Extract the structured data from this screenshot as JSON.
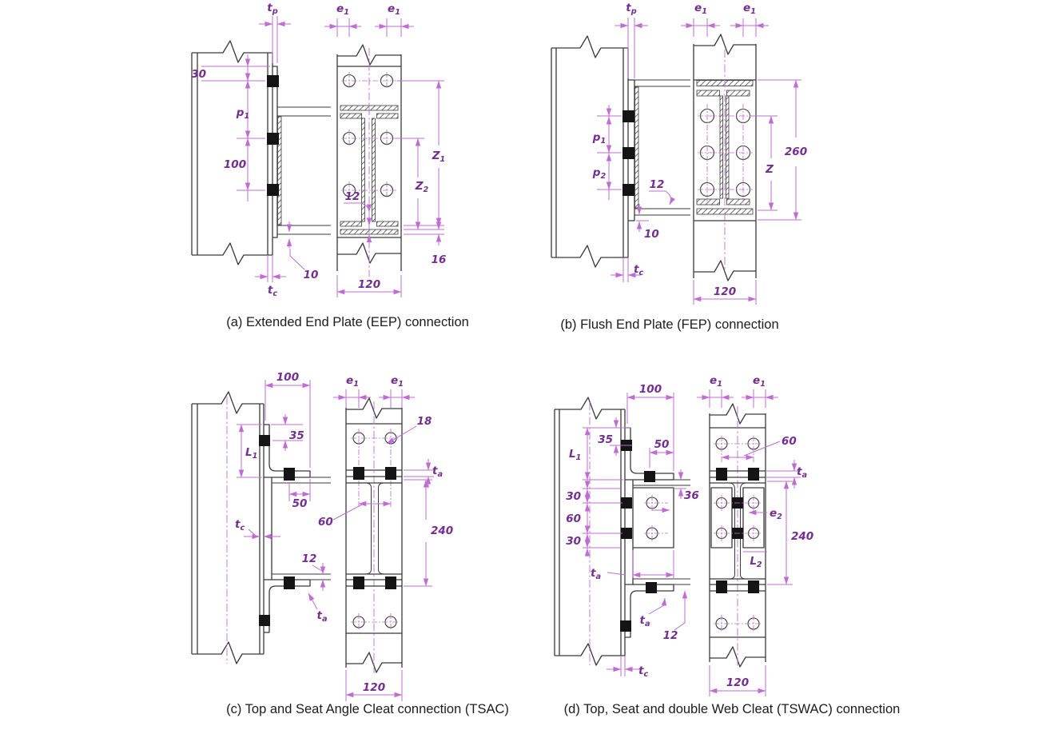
{
  "colors": {
    "drawing_line": "#3a3a3a",
    "dimension_line": "#c06cd4",
    "dimension_text": "#742d91",
    "bolt_fill": "#141414",
    "caption_text": "#1c1c1c",
    "background": "#ffffff"
  },
  "panels": {
    "a": {
      "caption": "(a) Extended End Plate (EEP) connection",
      "labels": {
        "t_p": "t_{p}",
        "e1_left": "e_{1}",
        "e1_right": "e_{1}",
        "edge_top": "30",
        "p1": "p_{1}",
        "pitch": "100",
        "weld_size": "12",
        "edge_bottom": "10",
        "t_c": "t_{c}",
        "Z1": "Z_{1}",
        "Z2": "Z_{2}",
        "flange_thk": "16",
        "plate_width": "120"
      }
    },
    "b": {
      "caption": "(b) Flush End Plate (FEP) connection",
      "labels": {
        "t_p": "t_{p}",
        "e1_left": "e_{1}",
        "e1_right": "e_{1}",
        "p1": "p_{1}",
        "p2": "p_{2}",
        "weld_size": "12",
        "edge_bottom": "10",
        "t_c": "t_{c}",
        "plate_height": "260",
        "Z": "Z",
        "plate_width": "120"
      }
    },
    "c": {
      "caption": "(c) Top and Seat Angle Cleat connection (TSAC)",
      "labels": {
        "leg_length": "100",
        "e1_left": "e_{1}",
        "e1_right": "e_{1}",
        "bolt_offset": "35",
        "L1": "L_{1}",
        "bolt_gauge_leg": "50",
        "t_c": "t_{c}",
        "web_gauge": "60",
        "flange_thk": "12",
        "t_a_seat": "t_{a}",
        "hole_dia": "18",
        "t_a": "t_{a}",
        "beam_depth": "240",
        "flange_width": "120"
      }
    },
    "d": {
      "caption": "(d) Top, Seat  and double Web Cleat (TSWAC) connection",
      "labels": {
        "leg_length": "100",
        "e1_left": "e_{1}",
        "e1_right": "e_{1}",
        "bolt_offset": "35",
        "L1": "L_{1}",
        "bolt_gauge_leg": "50",
        "edge_top": "30",
        "pitch": "60",
        "edge_bottom": "30",
        "t_a_web": "t_{a}",
        "t_a_seat": "t_{a}",
        "flange_thk": "12",
        "t_c": "t_{c}",
        "web_gap": "36",
        "web_gauge": "60",
        "t_a": "t_{a}",
        "e2": "e_{2}",
        "beam_depth": "240",
        "L2": "L_{2}",
        "flange_width": "120"
      }
    }
  }
}
